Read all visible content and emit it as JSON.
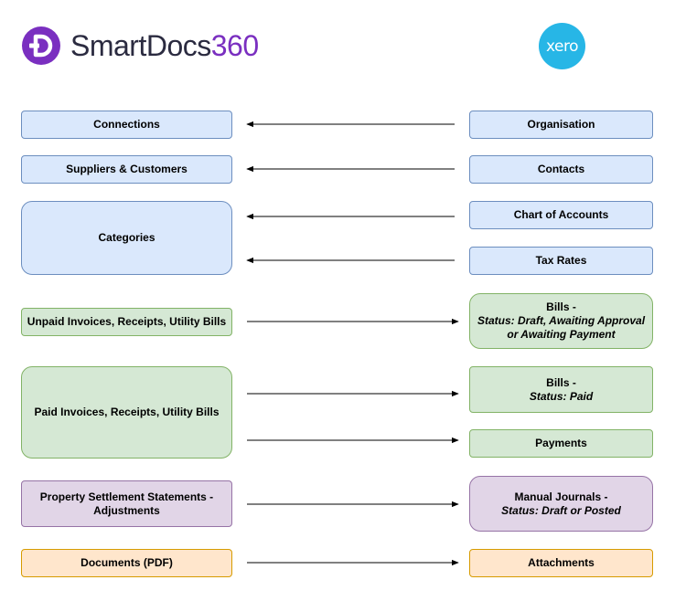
{
  "logos": {
    "smartdocs_name": "SmartDocs",
    "smartdocs_num": "360",
    "xero": "xero",
    "colors": {
      "smartdocs_purple": "#7a2fc0",
      "xero_blue": "#27b6e6"
    }
  },
  "left": {
    "connections": "Connections",
    "suppliers": "Suppliers & Customers",
    "categories": "Categories",
    "unpaid": "Unpaid Invoices, Receipts, Utility Bills",
    "paid": "Paid Invoices, Receipts, Utility Bills",
    "property_l1": "Property Settlement Statements -",
    "property_l2": "Adjustments",
    "documents": "Documents (PDF)"
  },
  "right": {
    "organisation": "Organisation",
    "contacts": "Contacts",
    "chart_accounts": "Chart of Accounts",
    "tax_rates": "Tax Rates",
    "bills_unpaid_l1": "Bills -",
    "bills_unpaid_l2": "Status: Draft, Awaiting Approval",
    "bills_unpaid_l3": "or Awaiting Payment",
    "bills_paid_l1": "Bills -",
    "bills_paid_l2": "Status: Paid",
    "payments": "Payments",
    "journals_l1": "Manual Journals -",
    "journals_l2": "Status: Draft or Posted",
    "attachments": "Attachments"
  },
  "colors": {
    "blue_fill": "#dae8fc",
    "blue_stroke": "#6c8ebf",
    "green_fill": "#d5e8d4",
    "green_stroke": "#82b366",
    "purple_fill": "#e1d5e7",
    "purple_stroke": "#9673a6",
    "orange_fill": "#ffe6cc",
    "orange_stroke": "#d79b00"
  }
}
